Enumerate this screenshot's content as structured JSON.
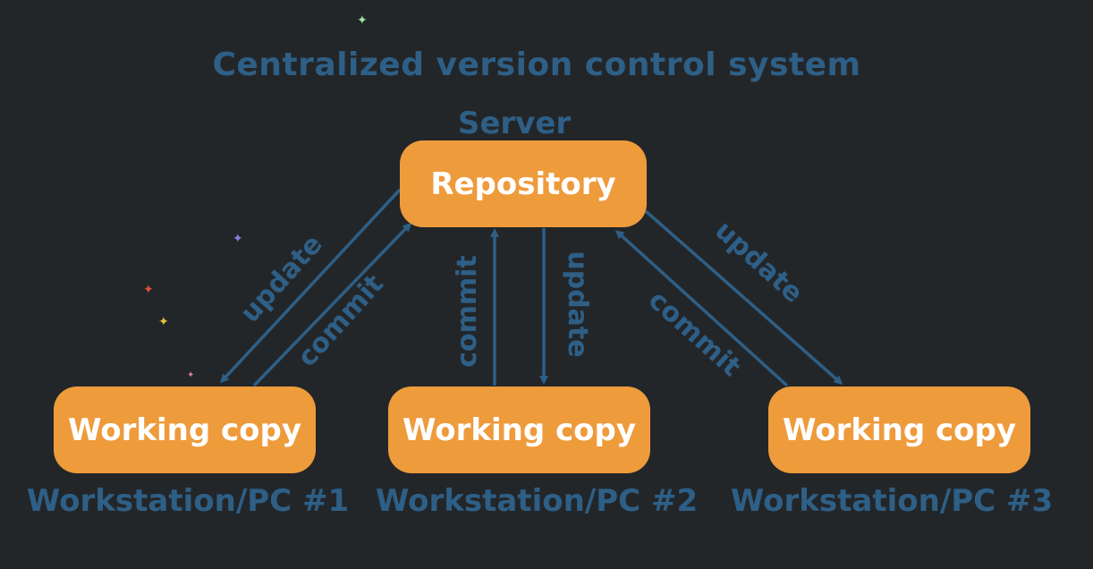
{
  "title": "Centralized version control system",
  "server_label": "Server",
  "repository_label": "Repository",
  "working_copies": [
    {
      "label": "Working copy",
      "workstation": "Workstation/PC #1"
    },
    {
      "label": "Working copy",
      "workstation": "Workstation/PC #2"
    },
    {
      "label": "Working copy",
      "workstation": "Workstation/PC #3"
    }
  ],
  "edges": {
    "pc1_update": "update",
    "pc1_commit": "commit",
    "pc2_commit": "commit",
    "pc2_update": "update",
    "pc3_commit": "commit",
    "pc3_update": "update"
  },
  "colors": {
    "background": "#232629",
    "node_fill": "#ee9b3c",
    "accent_blue": "#2e5f86",
    "node_text": "#ffffff"
  }
}
